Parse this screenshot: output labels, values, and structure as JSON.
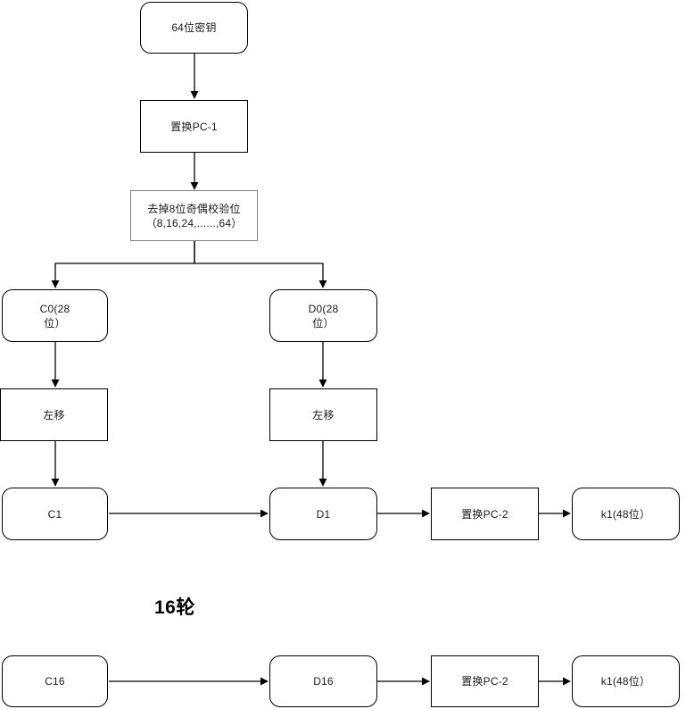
{
  "diagram": {
    "title_text": "16轮",
    "colors": {
      "stroke": "#000000",
      "gray_stroke": "#808080",
      "text": "#1a1a1a",
      "background": "#ffffff"
    },
    "nodes": {
      "key64": {
        "label": "64位密钥",
        "shape": "rounded"
      },
      "pc1": {
        "label": "置换PC-1",
        "shape": "rect"
      },
      "strip_parity": {
        "label": "去掉8位奇偶校验位\n（8,16,24,......,64）",
        "shape": "rect-gray"
      },
      "c0": {
        "label": "C0(28\n位）",
        "shape": "rounded"
      },
      "d0": {
        "label": "D0(28\n位）",
        "shape": "rounded"
      },
      "shift_left_c": {
        "label": "左移",
        "shape": "rect"
      },
      "shift_left_d": {
        "label": "左移",
        "shape": "rect"
      },
      "c1": {
        "label": "C1",
        "shape": "rounded"
      },
      "d1": {
        "label": "D1",
        "shape": "rounded"
      },
      "pc2_top": {
        "label": "置换PC-2",
        "shape": "rect"
      },
      "k1_top": {
        "label": "k1(48位）",
        "shape": "rounded"
      },
      "c16": {
        "label": "C16",
        "shape": "rounded"
      },
      "d16": {
        "label": "D16",
        "shape": "rounded"
      },
      "pc2_bottom": {
        "label": "置换PC-2",
        "shape": "rect"
      },
      "k1_bottom": {
        "label": "k1(48位）",
        "shape": "rounded"
      }
    }
  }
}
